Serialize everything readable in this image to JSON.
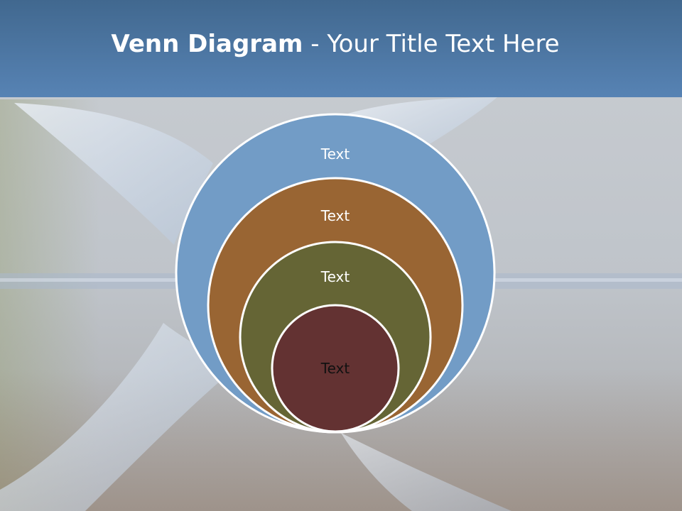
{
  "slide": {
    "title_bold": "Venn Diagram",
    "title_rest": " - Your Title Text Here"
  },
  "venn": {
    "circles": [
      {
        "label": "Text",
        "color": "#729cc6"
      },
      {
        "label": "Text",
        "color": "#996533"
      },
      {
        "label": "Text",
        "color": "#656535"
      },
      {
        "label": "Text",
        "color": "#633232"
      }
    ]
  }
}
